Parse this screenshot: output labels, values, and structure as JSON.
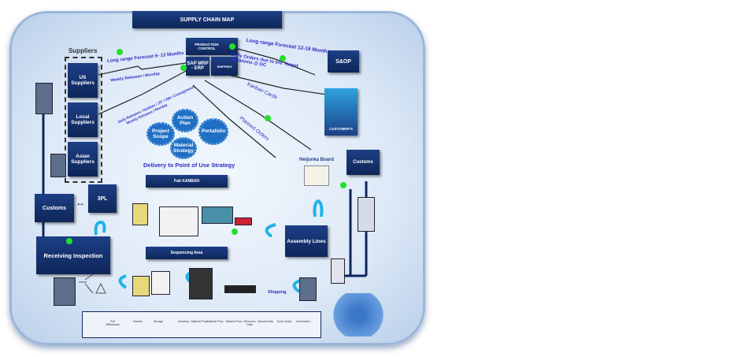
{
  "title": "SUPPLY CHAIN MAP",
  "nodes": {
    "production_control": "PRODUCTION CONTROL",
    "sap": "SAP MRP - ERP",
    "shipping_box": "SHIPPING",
    "suppliers": "Suppliers",
    "us_suppliers": "US Suppliers",
    "local_suppliers": "Local Suppliers",
    "asian_suppliers": "Asian Suppliers",
    "customs_left": "Customs",
    "third_pl": "3PL",
    "receiving_inspection": "Receiving Inspection",
    "sop": "S&OP",
    "customers": "CUSTOMER'S",
    "customs_right": "Customs",
    "heijunka": "Heijunka Board",
    "assembly_lines": "Assembly Lines",
    "shipping": "Shipping",
    "fab_kanban": "Fab KANBAN",
    "sequencing_area": "Sequencing Area",
    "delivery_strategy": "Delivery to Point of Use Strategy"
  },
  "gears": [
    "Project Scope",
    "Action Plan",
    "Portafolio",
    "Material Strategy"
  ],
  "flows": {
    "lr_forecast_6_12": "Long range Forecast 6- 12 Months",
    "weekly_releases": "Weekly Releases / Monday",
    "daily_releases": "Daily Releases / Kanban / JIT / VMI / Consignment",
    "weekly_releases_2": "Weekly Releases / Monday",
    "lr_forecast_12_18": "Long range Forecast 12-18 Month",
    "daily_orders": "Daily Orders due to Inv. Target Violations @ DC",
    "kanban_cards": "Kanban Cards",
    "planned_orders": "Planned Orders"
  },
  "legend": [
    "Pull Withdrawal",
    "Kanban",
    "Storage",
    "Inventory",
    "Material Flow",
    "Material Flow",
    "Material Flow",
    "Electronic Data",
    "Manual Data",
    "Good Vision",
    "Information"
  ],
  "colors": {
    "box": "#142f6c",
    "flow_text": "#2b2fc4",
    "status_dot": "#22e02a",
    "pull_arrow": "#1fb4e8"
  }
}
